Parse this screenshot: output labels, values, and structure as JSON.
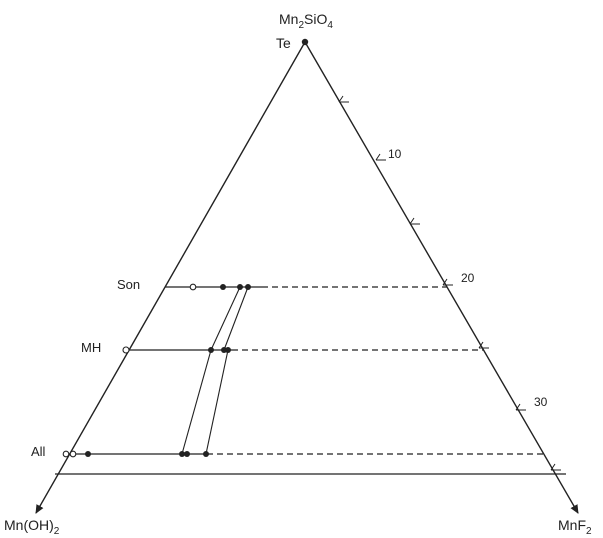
{
  "diagram": {
    "vertices": {
      "top": {
        "formula": "Mn",
        "sub1": "2",
        "mid": "SiO",
        "sub2": "4",
        "point_label": "Te"
      },
      "bottom_left": {
        "formula": "Mn(OH)",
        "sub": "2"
      },
      "bottom_right": {
        "formula": "MnF",
        "sub": "2"
      }
    },
    "scale_labels": [
      "10",
      "20",
      "30"
    ],
    "phases": [
      {
        "label": "Son"
      },
      {
        "label": "MH"
      },
      {
        "label": "All"
      }
    ],
    "colors": {
      "ink": "#222222",
      "background": "#ffffff"
    }
  }
}
